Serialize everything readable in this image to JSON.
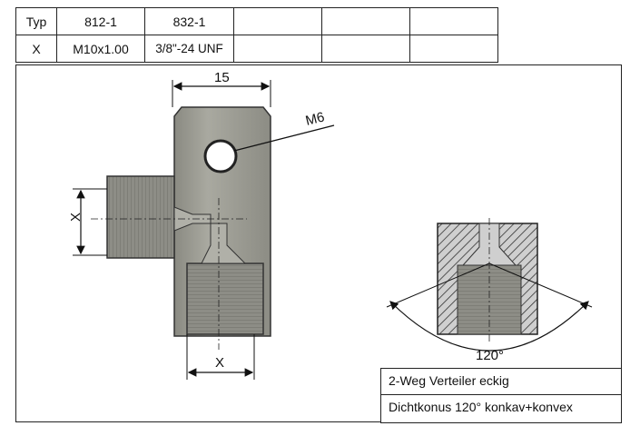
{
  "spec_table": {
    "header": [
      "Typ",
      "812-1",
      "832-1",
      "",
      "",
      ""
    ],
    "row": [
      "X",
      "M10x1.00",
      "3/8\"-24 UNF",
      "",
      "",
      ""
    ]
  },
  "dimensions": {
    "width": "15",
    "hole": "M6",
    "side_thread": "X",
    "bottom_thread": "X",
    "cone_angle": "120°"
  },
  "title_block": {
    "line1": "2-Weg Verteiler eckig",
    "line2": "Dichtkonus 120° konkav+konvex"
  }
}
